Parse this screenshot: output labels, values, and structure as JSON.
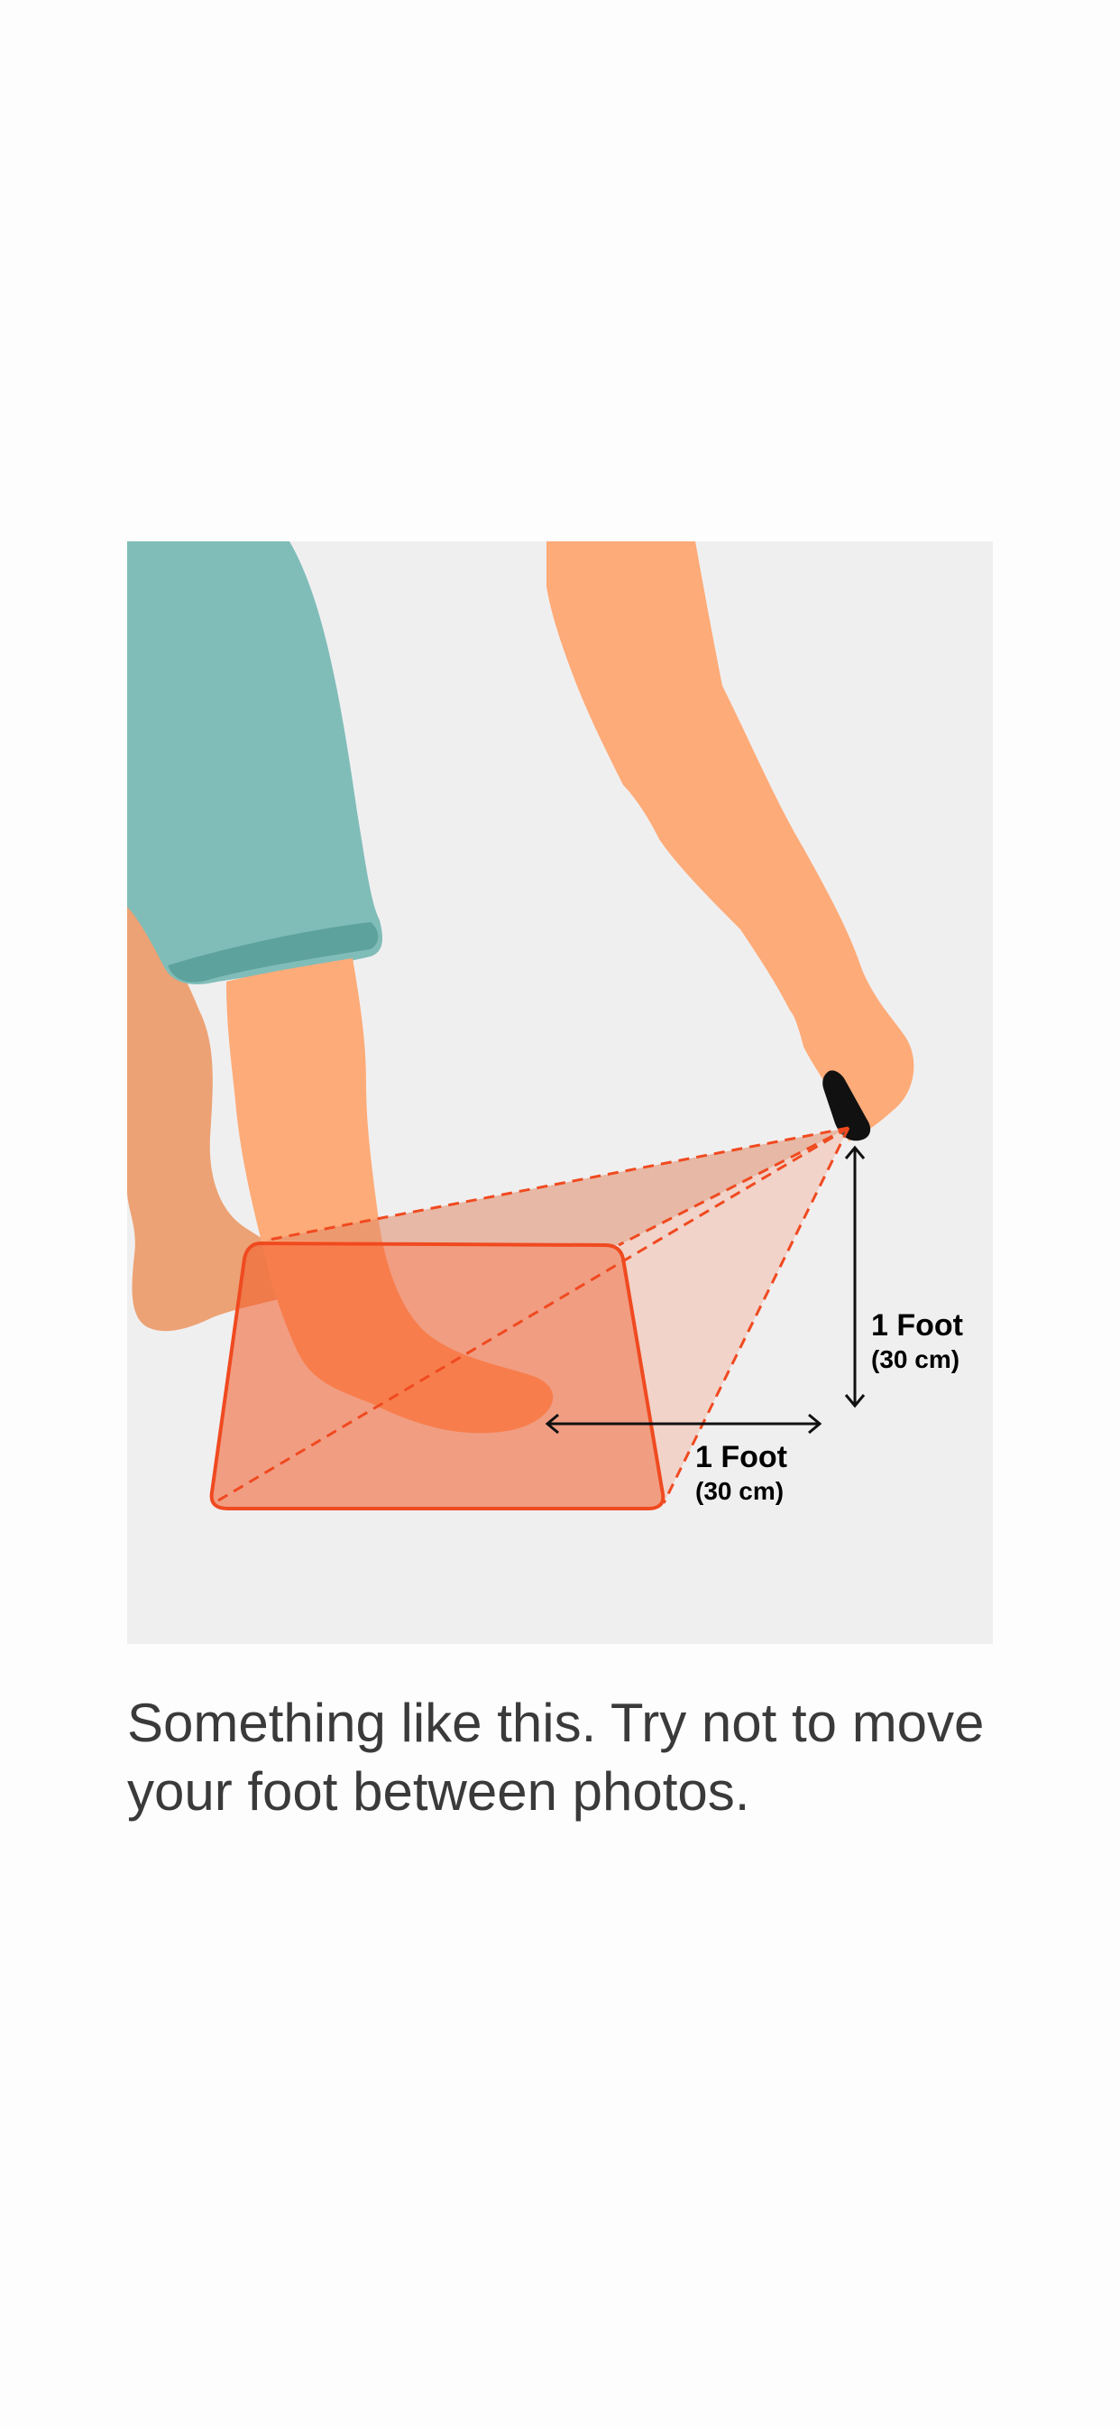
{
  "illustration": {
    "height_label": "1 Foot",
    "height_sublabel": "(30 cm)",
    "distance_label": "1 Foot",
    "distance_sublabel": "(30 cm)",
    "colors": {
      "background": "#f0eff0",
      "shorts": "#80bdb9",
      "skin": "#fdab78",
      "skin_back_leg": "#eca274",
      "mat_fill": "#f59873",
      "mat_stroke": "#f04a20",
      "phone": "#111111"
    }
  },
  "caption": {
    "text": "Something like this. Try not to move your foot between photos."
  }
}
